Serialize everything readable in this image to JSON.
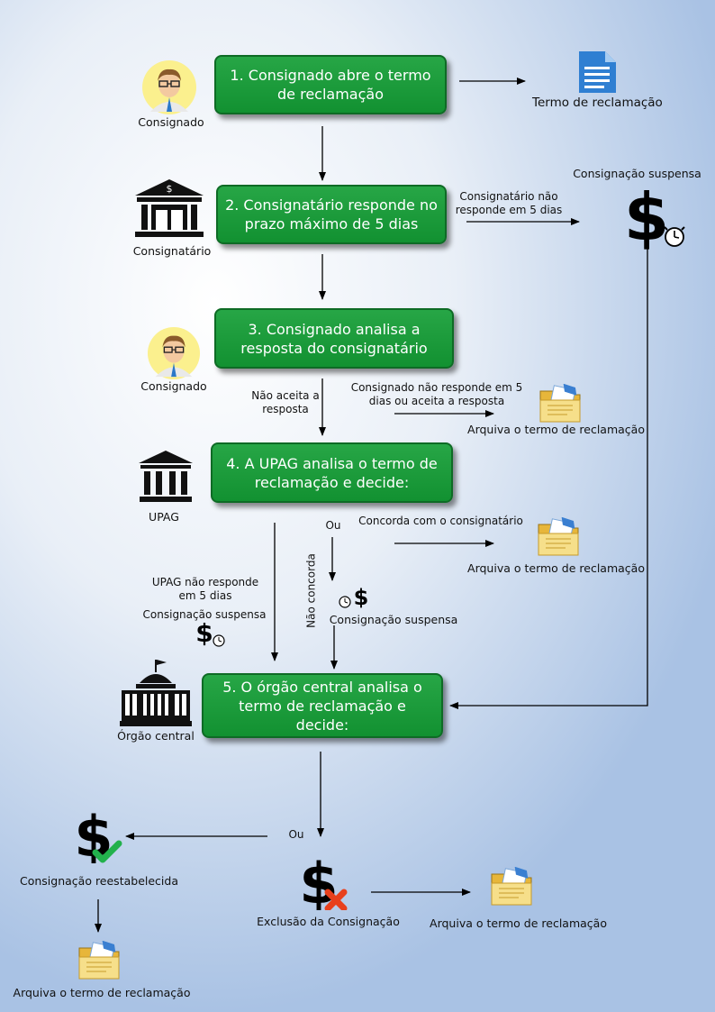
{
  "steps": {
    "s1": "1. Consignado abre o termo de reclamação",
    "s2": "2. Consignatário responde no prazo máximo de 5 dias",
    "s3": "3. Consignado analisa a resposta do consignatário",
    "s4": "4. A UPAG analisa o termo de reclamação e decide:",
    "s5": "5. O órgão central analisa o termo de reclamação e decide:"
  },
  "actors": {
    "consignado": "Consignado",
    "consignatario": "Consignatário",
    "upag": "UPAG",
    "orgao_central": "Órgão central"
  },
  "labels": {
    "termo": "Termo de reclamação",
    "consig_suspensa_top": "Consignação suspensa",
    "nao_responde_5": "Consignatário não responde em 5 dias",
    "nao_aceita": "Não aceita a resposta",
    "consignado_nao_responde": "Consignado não responde em 5 dias ou aceita a resposta",
    "arquiva1": "Arquiva o termo de reclamação",
    "ou1": "Ou",
    "concorda": "Concorda com o consignatário",
    "arquiva2": "Arquiva o termo de reclamação",
    "upag_nao_responde": "UPAG não responde em 5 dias",
    "consig_suspensa_left": "Consignação suspensa",
    "nao_concorda": "Não concorda",
    "consig_suspensa_mid": "Consignação suspensa",
    "ou2": "Ou",
    "reestabelecida": "Consignação reestabelecida",
    "exclusao": "Exclusão da Consignação",
    "arquiva3": "Arquiva o termo de reclamação",
    "arquiva4": "Arquiva o termo de reclamação"
  },
  "colors": {
    "box_green": "#1a9a3a",
    "check_green": "#22b14c",
    "cross_red": "#e8401c"
  },
  "icons": [
    "person-icon",
    "bank-icon",
    "government-building-icon",
    "document-icon",
    "folder-icon",
    "dollar-clock-icon",
    "dollar-check-icon",
    "dollar-cross-icon"
  ]
}
